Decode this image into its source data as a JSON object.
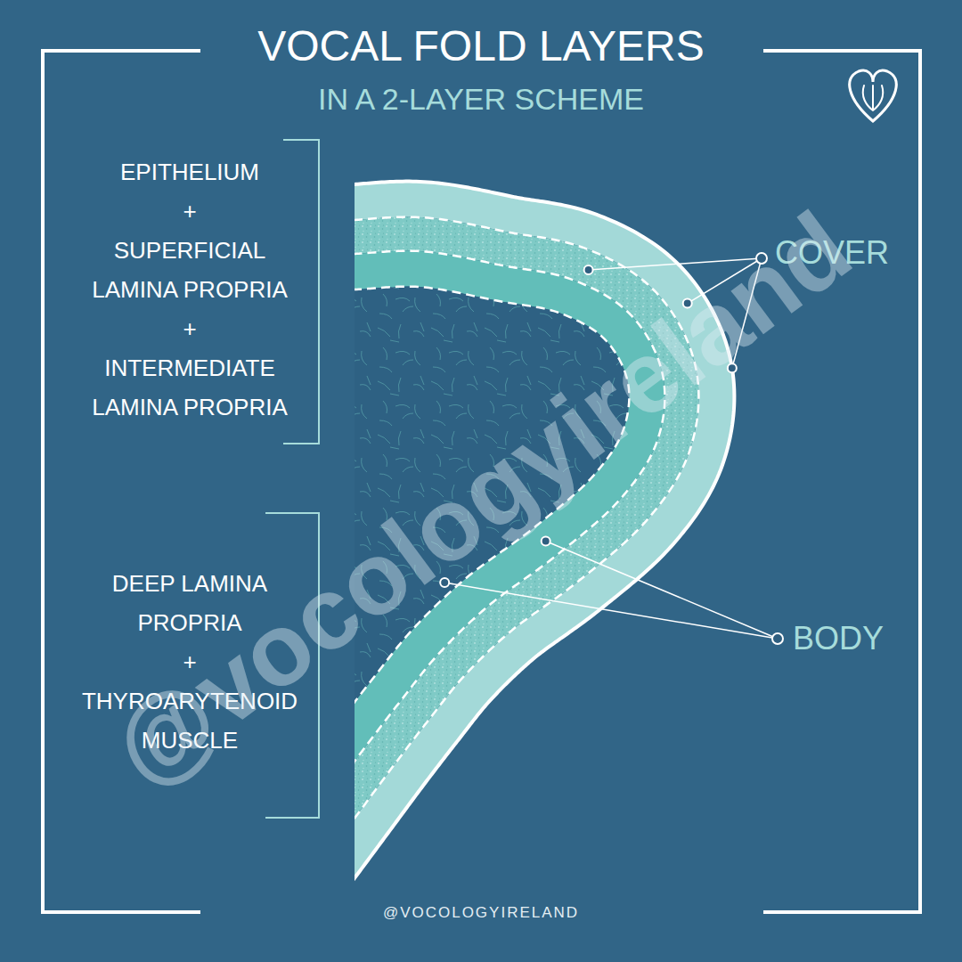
{
  "diagram": {
    "title": "VOCAL FOLD LAYERS",
    "caption": "@VOCOLOGYIRELAND",
    "labels": [
      "IN A 2-LAYER SCHEME",
      "EPITHELIUM",
      "+",
      "SUPERFICIAL LAMINA PROPRIA",
      "+",
      "INTERMEDIATE LAMINA PROPRIA",
      "DEEP LAMINA PROPRIA",
      "+",
      "THYROARYTENOID MUSCLE",
      "COVER",
      "BODY",
      "@vocologyireland"
    ]
  }
}
